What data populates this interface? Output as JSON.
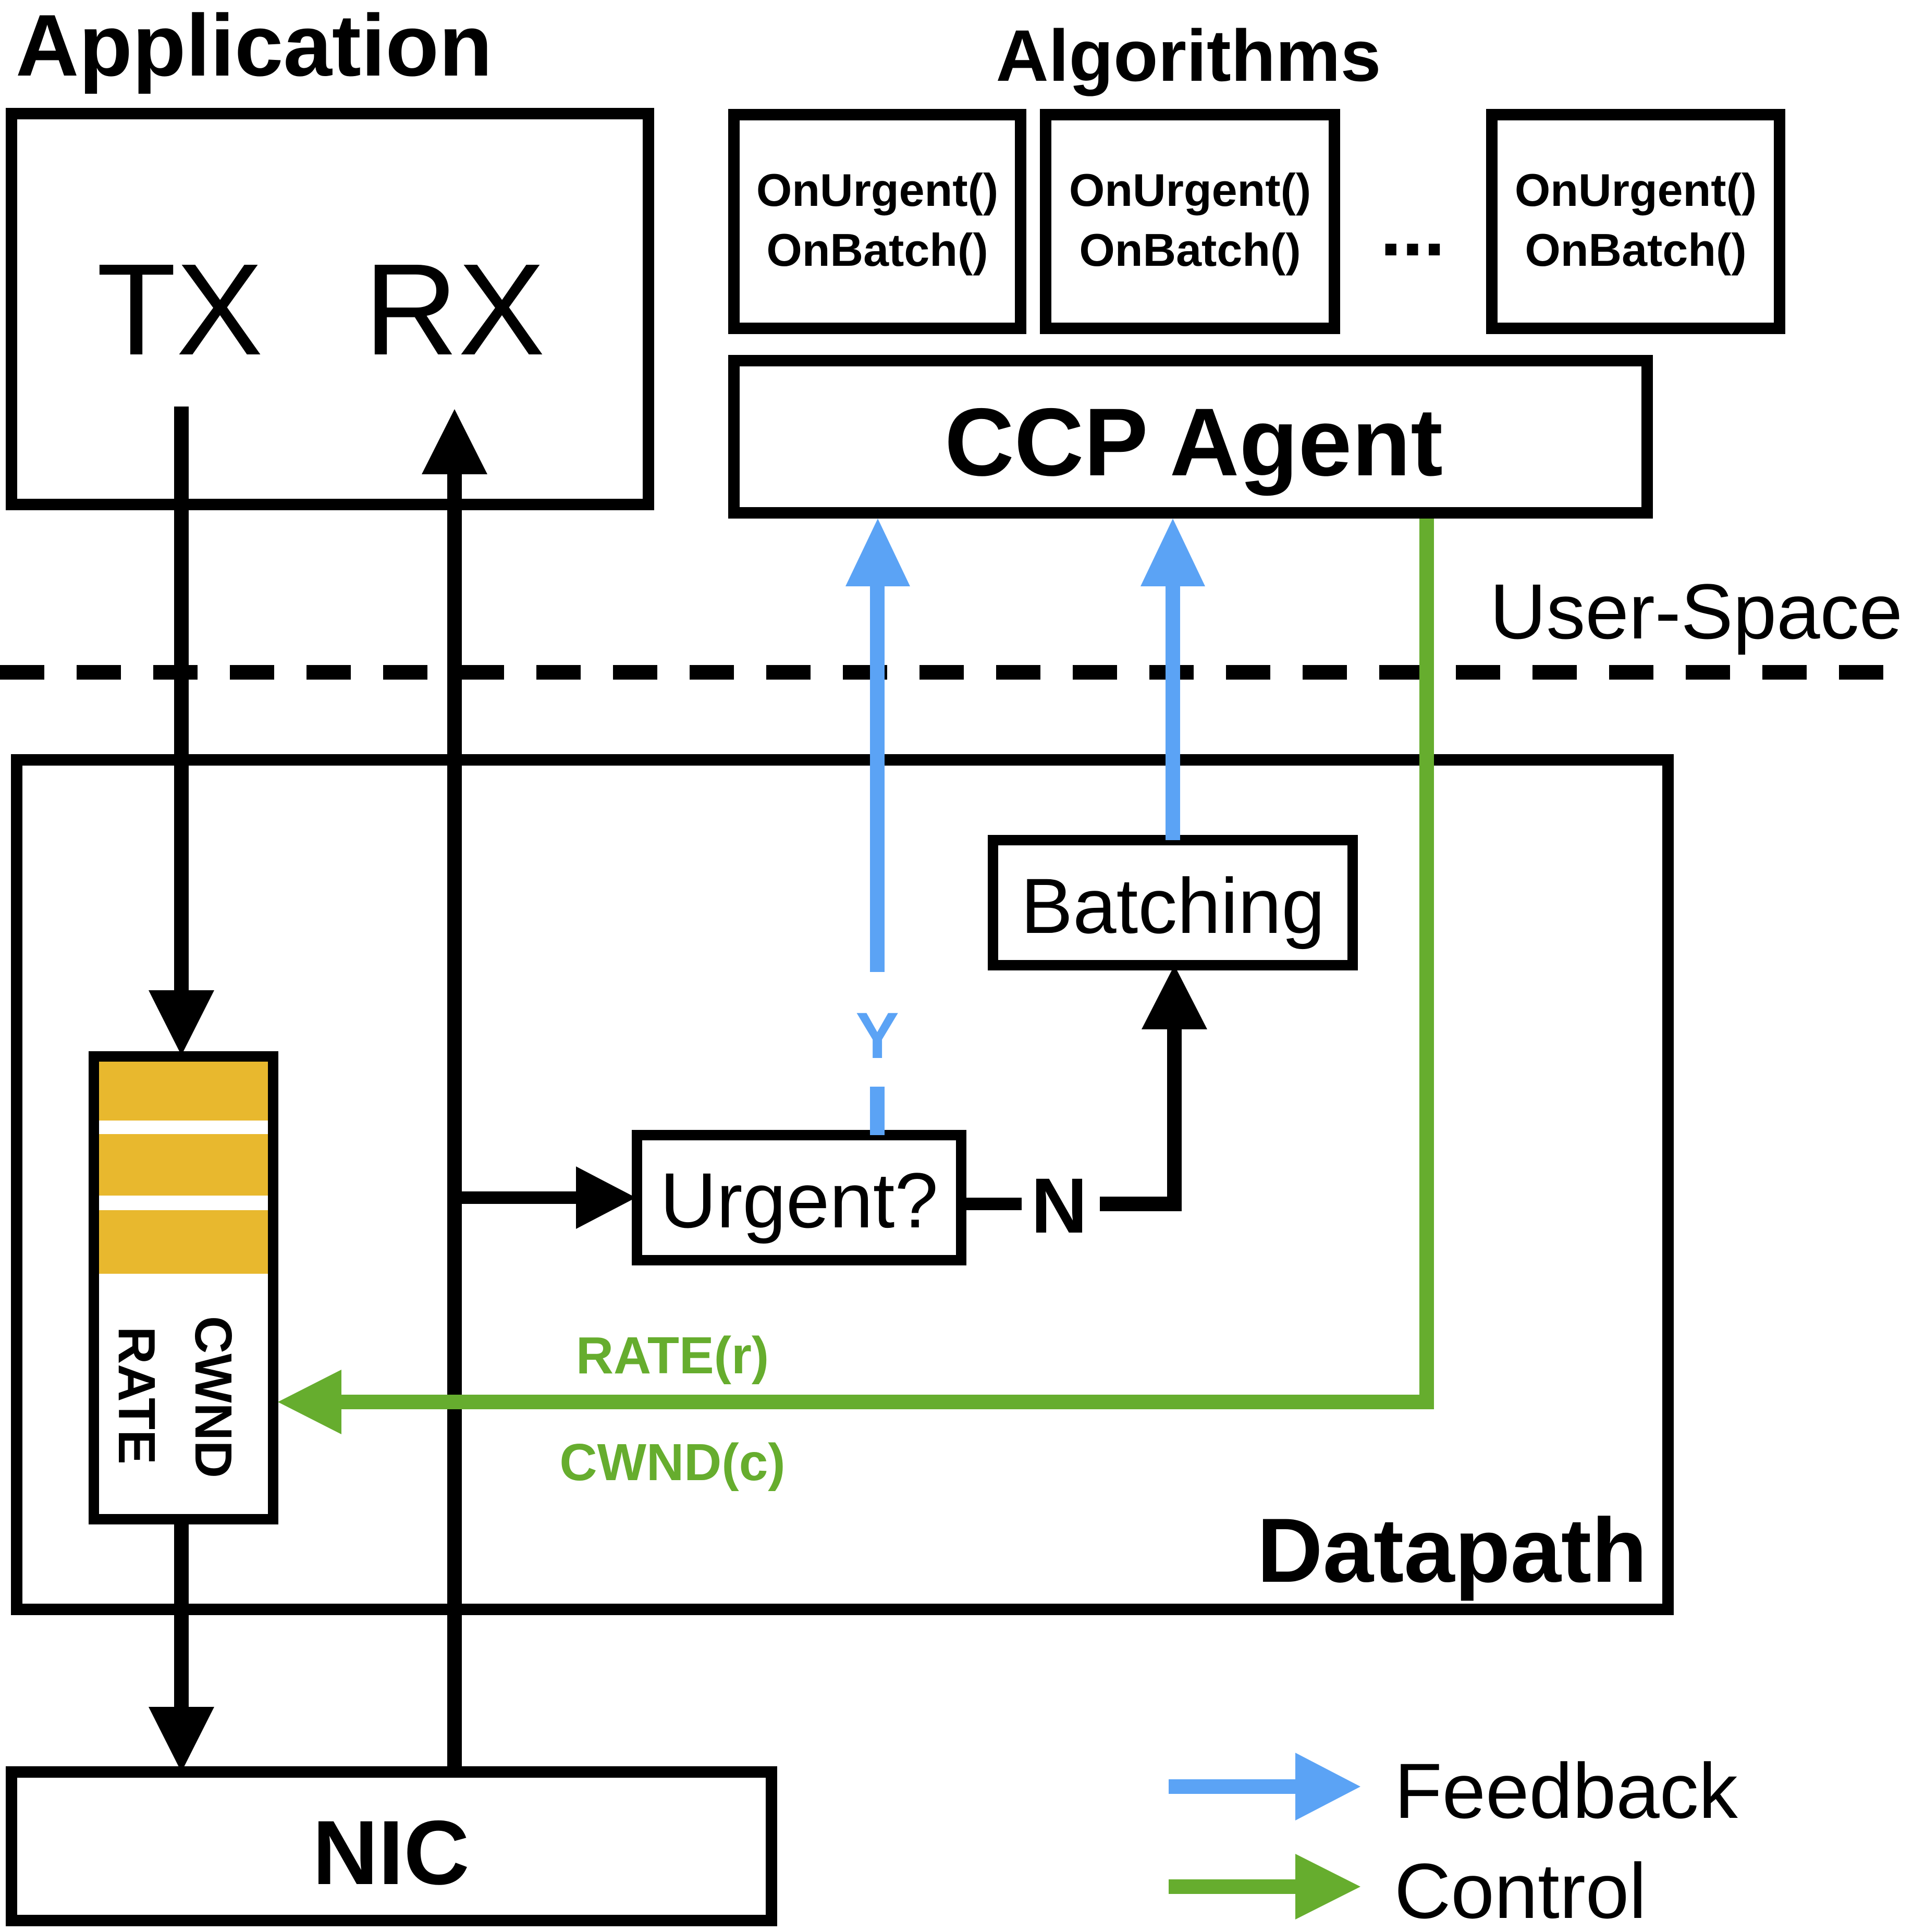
{
  "titles": {
    "application": "Application",
    "algorithms": "Algorithms",
    "user_space": "User-Space",
    "datapath": "Datapath"
  },
  "application": {
    "tx": "TX",
    "rx": "RX"
  },
  "algorithms": {
    "boxes": [
      {
        "line1": "OnUrgent()",
        "line2": "OnBatch()"
      },
      {
        "line1": "OnUrgent()",
        "line2": "OnBatch()"
      },
      {
        "line1": "OnUrgent()",
        "line2": "OnBatch()"
      }
    ],
    "ellipsis": "..."
  },
  "ccp_agent": "CCP Agent",
  "batching": "Batching",
  "urgent": "Urgent?",
  "yes_label": "Y",
  "no_label": "N",
  "queue": {
    "label1": "CWND",
    "label2": "RATE"
  },
  "control_labels": {
    "rate": "RATE(r)",
    "cwnd": "CWND(c)"
  },
  "nic": "NIC",
  "legend": {
    "feedback": "Feedback",
    "control": "Control"
  },
  "colors": {
    "feedback": "#5ba3f5",
    "control": "#66ad2e",
    "queue_slot": "#e8b82e",
    "stroke": "#000000"
  }
}
